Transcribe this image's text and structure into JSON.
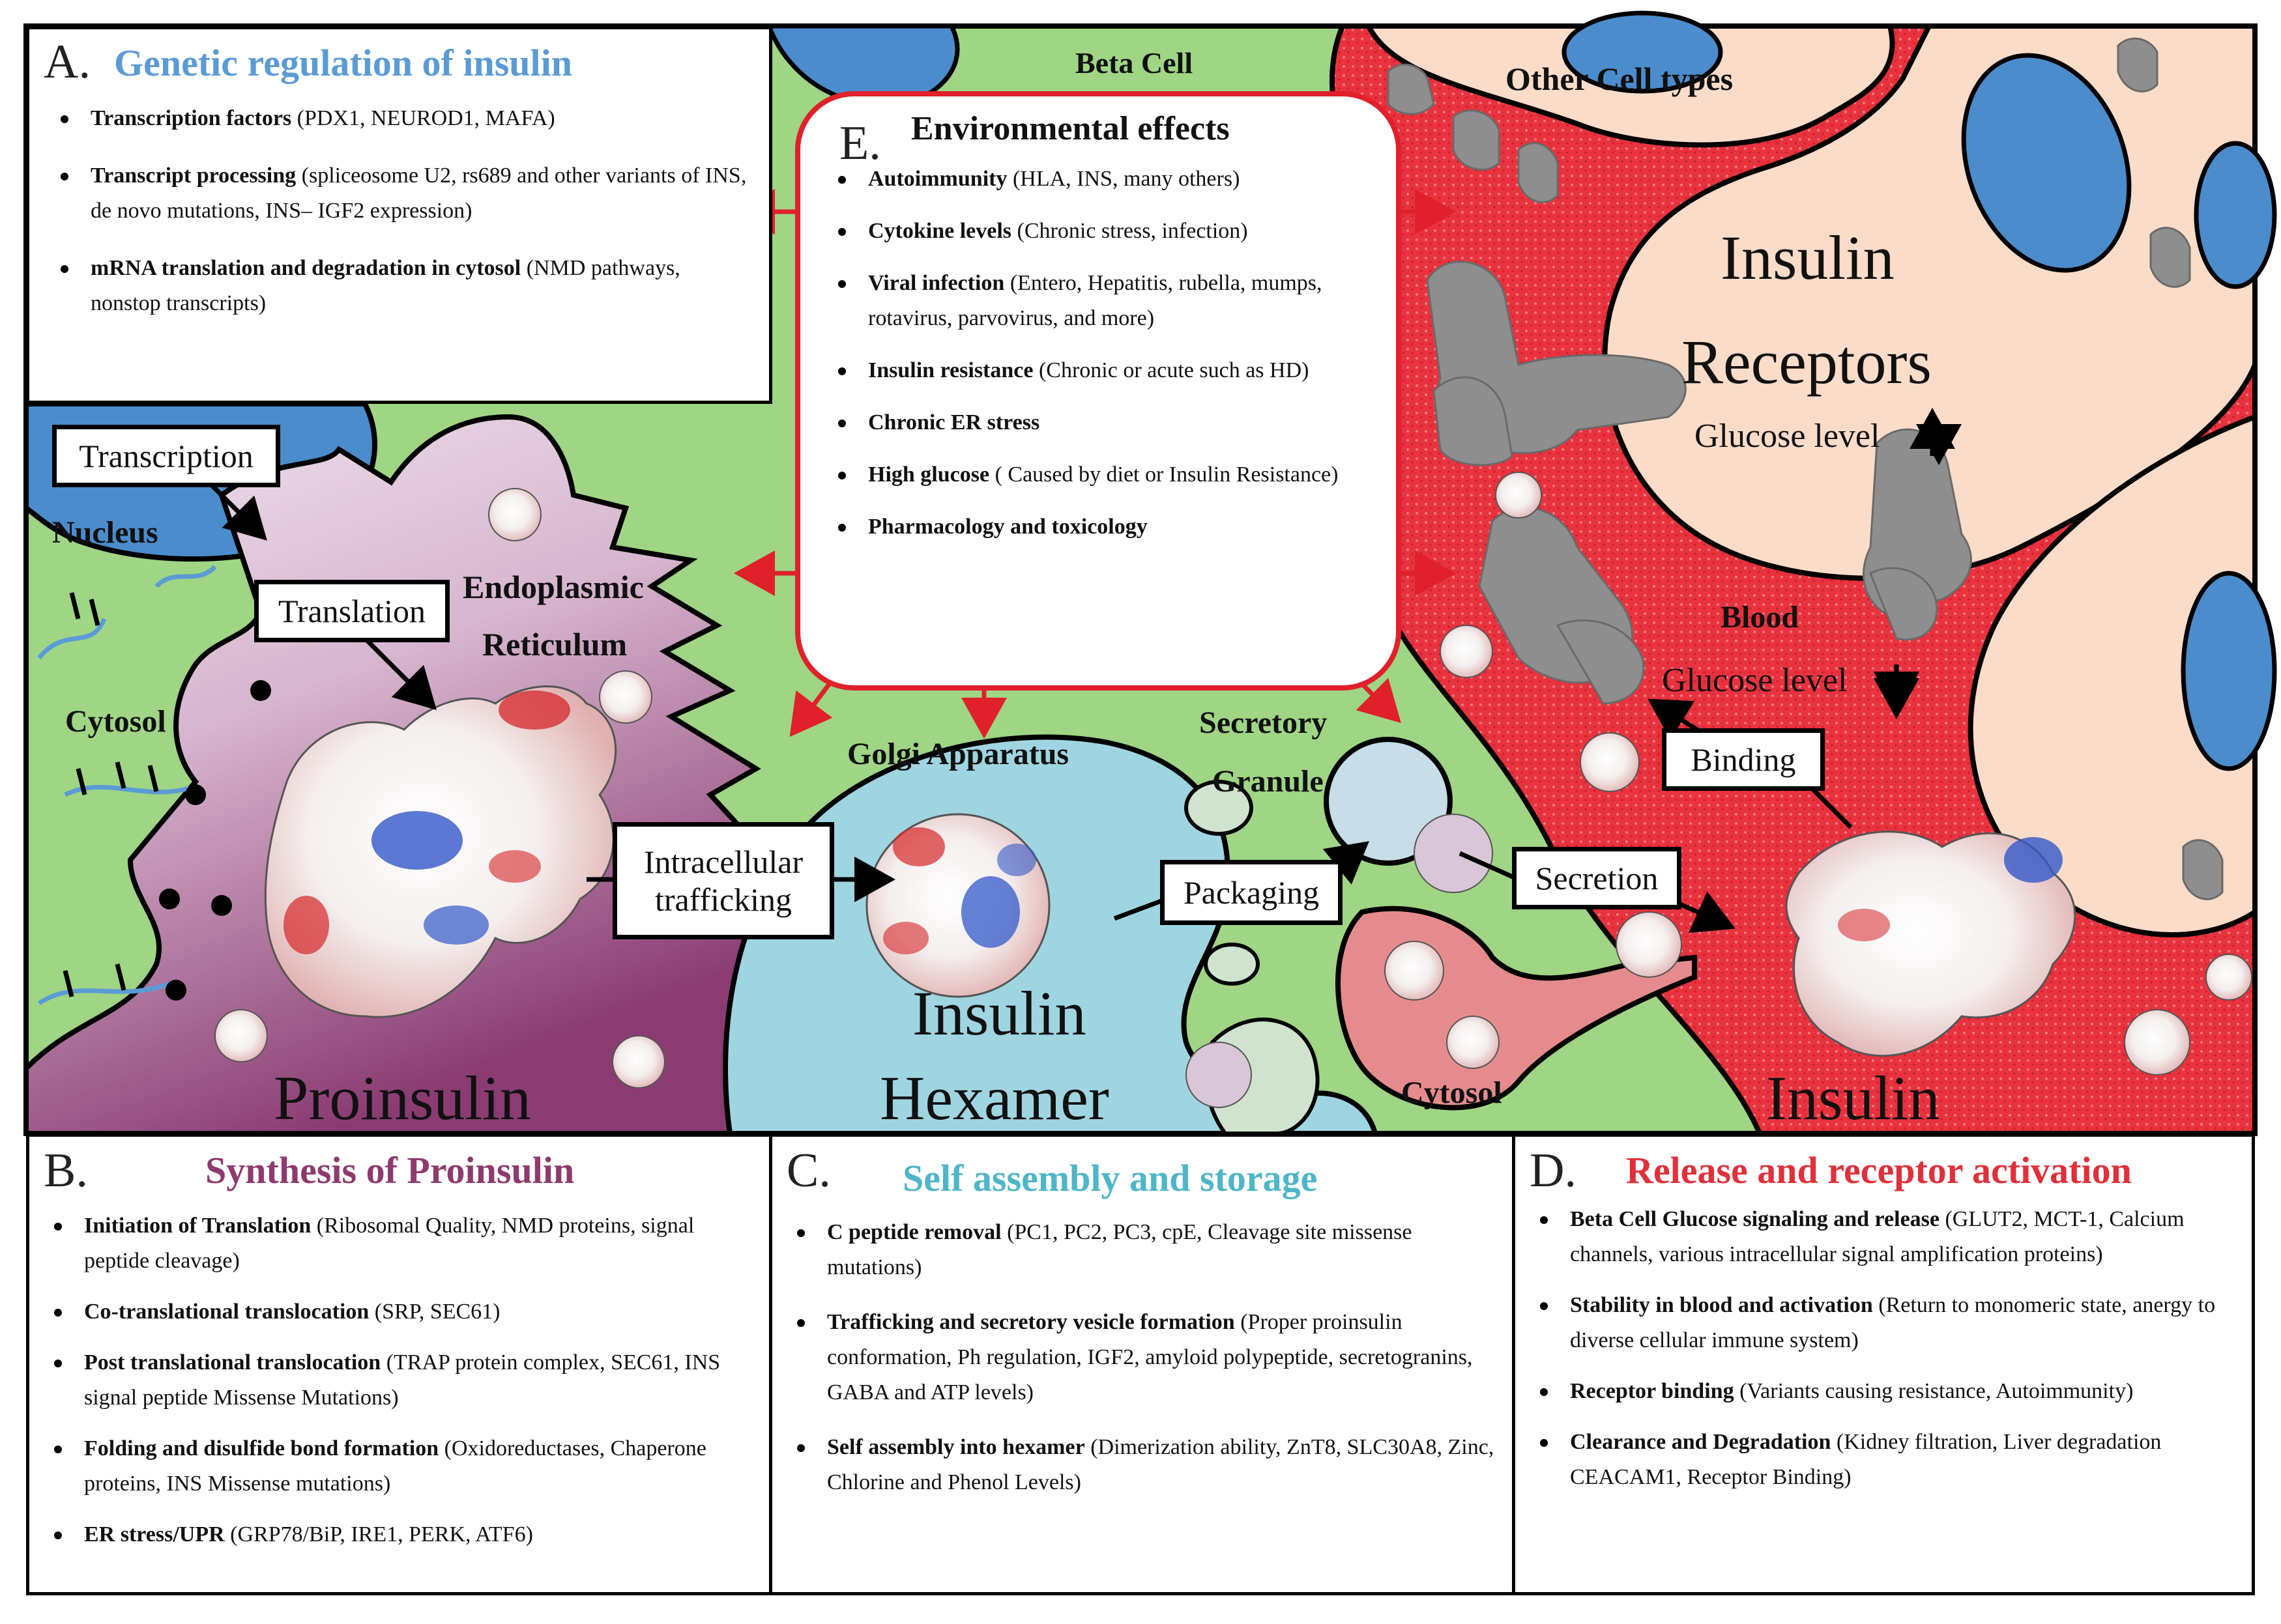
{
  "regions": {
    "beta_cell": "Beta Cell",
    "other_cell_types": "Other Cell types",
    "nucleus": "Nucleus",
    "cytosol_left": "Cytosol",
    "endoplasmic_reticulum_line1": "Endoplasmic",
    "endoplasmic_reticulum_line2": "Reticulum",
    "golgi": "Golgi Apparatus",
    "secretory_line1": "Secretory",
    "secretory_line2": "Granule",
    "cytosol_right": "Cytosol",
    "blood": "Blood"
  },
  "big_labels": {
    "proinsulin": "Proinsulin",
    "insulin_hexamer_line1": "Insulin",
    "insulin_hexamer_line2": "Hexamer",
    "insulin": "Insulin",
    "insulin_receptors_line1": "Insulin",
    "insulin_receptors_line2": "Receptors"
  },
  "glucose": {
    "up": "Glucose level",
    "down": "Glucose level"
  },
  "process_boxes": {
    "transcription": "Transcription",
    "translation": "Translation",
    "intracellular_line1": "Intracellular",
    "intracellular_line2": "trafficking",
    "packaging": "Packaging",
    "secretion": "Secretion",
    "binding": "Binding"
  },
  "panel_a": {
    "letter": "A.",
    "title": "Genetic regulation of insulin",
    "items": [
      {
        "bold": "Transcription factors",
        "text": " (PDX1, NEUROD1, MAFA)"
      },
      {
        "bold": "Transcript processing",
        "text": " (spliceosome U2, rs689 and other variants of INS, de novo mutations, INS– IGF2 expression)"
      },
      {
        "bold": "mRNA translation and degradation in cytosol",
        "text": " (NMD pathways, nonstop transcripts)"
      }
    ]
  },
  "panel_e": {
    "letter": "E.",
    "title": "Environmental effects",
    "items": [
      {
        "bold": "Autoimmunity",
        "text": " (HLA, INS, many others)"
      },
      {
        "bold": "Cytokine levels",
        "text": " (Chronic stress, infection)"
      },
      {
        "bold": "Viral infection",
        "text": " (Entero, Hepatitis, rubella, mumps, rotavirus, parvovirus, and more)"
      },
      {
        "bold": "Insulin resistance",
        "text": " (Chronic or acute such as HD)"
      },
      {
        "bold": "Chronic ER stress",
        "text": ""
      },
      {
        "bold": "High glucose",
        "text": " ( Caused by diet or Insulin Resistance)"
      },
      {
        "bold": "Pharmacology and toxicology",
        "text": ""
      }
    ]
  },
  "panel_b": {
    "letter": "B.",
    "title": "Synthesis of Proinsulin",
    "items": [
      {
        "bold": "Initiation of Translation",
        "text": " (Ribosomal Quality, NMD proteins, signal peptide cleavage)"
      },
      {
        "bold": "Co-translational translocation",
        "text": " (SRP, SEC61)"
      },
      {
        "bold": "Post translational translocation",
        "text": " (TRAP protein complex, SEC61, INS signal peptide Missense Mutations)"
      },
      {
        "bold": "Folding and disulfide bond formation",
        "text": " (Oxidoreductases, Chaperone proteins, INS Missense mutations)"
      },
      {
        "bold": "ER stress/UPR",
        "text": " (GRP78/BiP, IRE1, PERK, ATF6)"
      }
    ]
  },
  "panel_c": {
    "letter": "C.",
    "title": "Self assembly and storage",
    "items": [
      {
        "bold": "C peptide removal",
        "text": " (PC1, PC2, PC3, cpE, Cleavage site missense mutations)"
      },
      {
        "bold": "Trafficking and secretory vesicle formation",
        "text": " (Proper proinsulin conformation, Ph regulation, IGF2, amyloid polypeptide, secretogranins, GABA and ATP levels)"
      },
      {
        "bold": "Self assembly into hexamer",
        "text": " (Dimerization ability, ZnT8, SLC30A8, Zinc, Chlorine and Phenol Levels)"
      }
    ]
  },
  "panel_d": {
    "letter": "D.",
    "title": "Release and receptor activation",
    "items": [
      {
        "bold": "Beta Cell Glucose signaling and release",
        "text": " (GLUT2, MCT-1, Calcium channels, various intracellular signal amplification proteins)"
      },
      {
        "bold": "Stability in blood and activation",
        "text": " (Return to monomeric state, anergy to diverse cellular immune system)"
      },
      {
        "bold": "Receptor binding",
        "text": " (Variants causing resistance, Autoimmunity)"
      },
      {
        "bold": "Clearance and Degradation",
        "text": " (Kidney filtration, Liver degradation CEACAM1, Receptor Binding)"
      }
    ]
  },
  "colors": {
    "panel_a_title": "#5b9bd5",
    "panel_b_title": "#8e3a6e",
    "panel_c_title": "#4db6c8",
    "panel_d_title": "#e0303a",
    "cell_green": "#9fd585",
    "nucleus_blue": "#4a8ccc",
    "er_pink": "#c79bbd",
    "golgi_cyan": "#9fd5e0",
    "blood_red": "#e8323e",
    "other_cell": "#fbdcc8",
    "arrow_red": "#e0202a"
  }
}
